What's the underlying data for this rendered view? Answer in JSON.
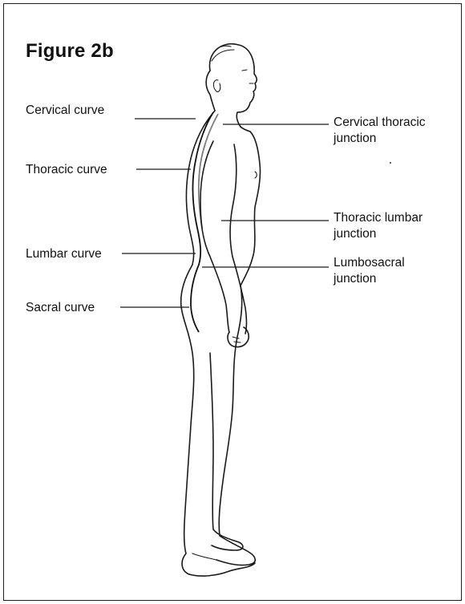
{
  "figure": {
    "title": "Figure 2b",
    "labels_left": {
      "cervical_curve": "Cervical curve",
      "thoracic_curve": "Thoracic curve",
      "lumbar_curve": "Lumbar curve",
      "sacral_curve": "Sacral curve"
    },
    "labels_right": {
      "cervical_thoracic_line1": "Cervical thoracic",
      "cervical_thoracic_line2": "junction",
      "thoracic_lumbar_line1": "Thoracic lumbar",
      "thoracic_lumbar_line2": "junction",
      "lumbosacral_line1": "Lumbosacral",
      "lumbosacral_line2": "junction"
    }
  }
}
